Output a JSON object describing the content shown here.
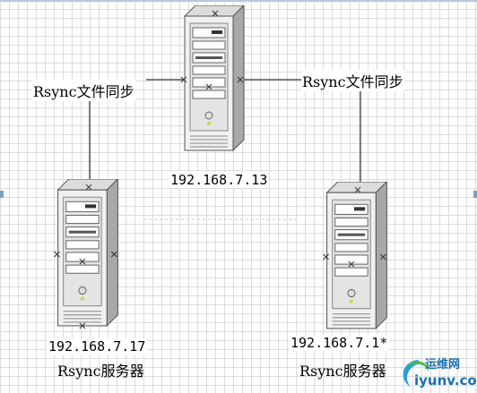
{
  "edges": {
    "left_label": "Rsync文件同步",
    "right_label": "Rsync文件同步"
  },
  "nodes": {
    "center": {
      "ip": "192.168.7.13",
      "icon": "server-tower-icon"
    },
    "left": {
      "ip": "192.168.7.17",
      "caption": "Rsync服务器",
      "icon": "server-tower-icon"
    },
    "right": {
      "ip": "192.168.7.1*",
      "caption": "Rsync服务器",
      "icon": "server-tower-icon"
    }
  },
  "watermark": {
    "text_cn": "运维网",
    "text_en": "iyunv.com"
  },
  "colors": {
    "grid": "#dcdcdc",
    "server_front": "#f4f4f4",
    "server_side": "#a8a8a8",
    "connector": "#000000"
  }
}
